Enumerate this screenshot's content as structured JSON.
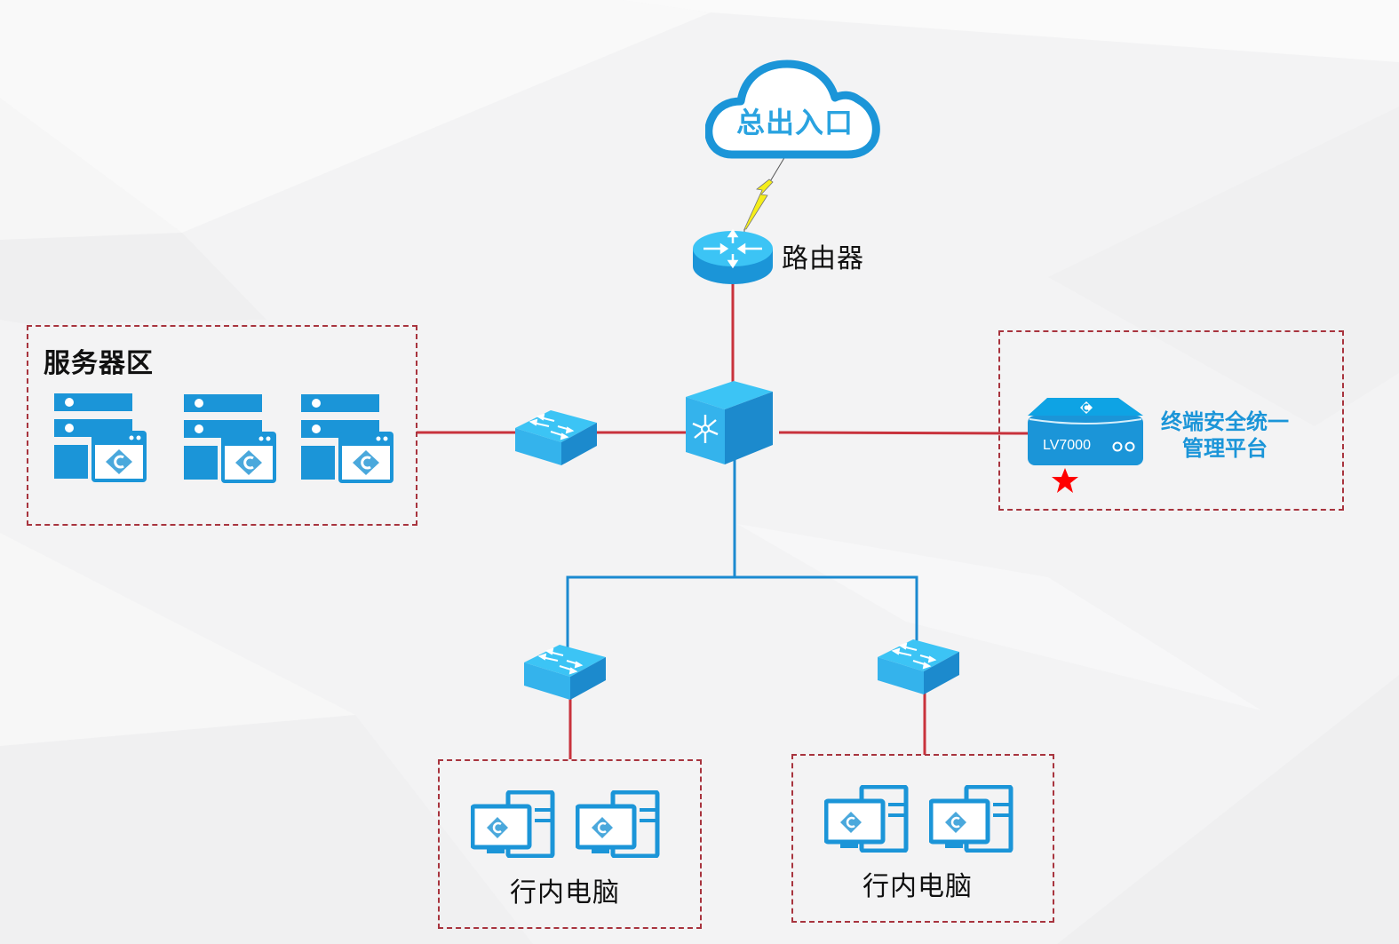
{
  "diagram": {
    "type": "network-topology",
    "colors": {
      "primary_blue": "#1b95d8",
      "light_blue": "#3cc4f5",
      "link_red": "#c8323c",
      "link_blue": "#1b8ad0",
      "zone_border": "#a8343e",
      "star_red": "#ff0000",
      "lightning_yellow": "#f5ee1a"
    },
    "nodes": {
      "cloud": {
        "label": "总出入口",
        "icon": "cloud-icon"
      },
      "router": {
        "label": "路由器",
        "icon": "router-icon"
      },
      "core_switch": {
        "label": "",
        "icon": "core-switch-icon"
      },
      "server_switch": {
        "label": "",
        "icon": "switch-icon"
      },
      "left_access_switch": {
        "label": "",
        "icon": "switch-icon"
      },
      "right_access_switch": {
        "label": "",
        "icon": "switch-icon"
      }
    },
    "zones": {
      "server_zone": {
        "title": "服务器区",
        "servers": [
          {
            "icon": "server-icon"
          },
          {
            "icon": "server-icon"
          },
          {
            "icon": "server-icon"
          }
        ]
      },
      "platform_zone": {
        "device_model": "LV7000",
        "label_line1": "终端安全统一",
        "label_line2": "管理平台",
        "marker": "star-icon"
      },
      "pc_zone_left": {
        "label": "行内电脑",
        "pcs": [
          {
            "icon": "pc-icon"
          },
          {
            "icon": "pc-icon"
          }
        ]
      },
      "pc_zone_right": {
        "label": "行内电脑",
        "pcs": [
          {
            "icon": "pc-icon"
          },
          {
            "icon": "pc-icon"
          }
        ]
      }
    },
    "links": [
      {
        "from": "cloud",
        "to": "router",
        "type": "wireless",
        "color": "lightning_yellow"
      },
      {
        "from": "router",
        "to": "core_switch",
        "color": "link_red"
      },
      {
        "from": "server_zone",
        "to": "server_switch",
        "color": "link_red"
      },
      {
        "from": "server_switch",
        "to": "core_switch",
        "color": "link_red"
      },
      {
        "from": "core_switch",
        "to": "platform_zone",
        "color": "link_red"
      },
      {
        "from": "core_switch",
        "to": "left_access_switch",
        "color": "link_blue"
      },
      {
        "from": "core_switch",
        "to": "right_access_switch",
        "color": "link_blue"
      },
      {
        "from": "left_access_switch",
        "to": "pc_zone_left",
        "color": "link_red"
      },
      {
        "from": "right_access_switch",
        "to": "pc_zone_right",
        "color": "link_red"
      }
    ]
  }
}
